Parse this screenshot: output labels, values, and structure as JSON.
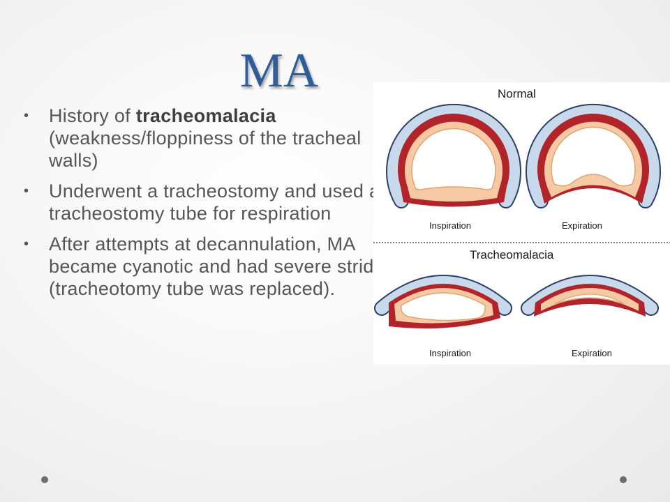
{
  "slide": {
    "title": "MA",
    "bullets": [
      {
        "text_before": "History of ",
        "bold": "tracheomalacia",
        "text_after": " (weakness/floppiness of the tracheal walls)"
      },
      {
        "text_before": "Underwent a tracheostomy and used a tracheostomy tube for respiration",
        "bold": "",
        "text_after": ""
      },
      {
        "text_before": "After attempts at decannulation, MA became cyanotic and had severe stridor (tracheotomy tube was replaced).",
        "bold": "",
        "text_after": ""
      }
    ],
    "bullet_symbol": "•"
  },
  "figure": {
    "normal_heading": "Normal",
    "tracheomalacia_heading": "Tracheomalacia",
    "labels": {
      "normal_inspiration": "Inspiration",
      "normal_expiration": "Expiration",
      "tm_inspiration": "Inspiration",
      "tm_expiration": "Expiration"
    },
    "colors": {
      "cartilage": "#c8d9ec",
      "cartilage_edge": "#2b3f66",
      "wall": "#b3242a",
      "mucosa": "#f5c9a4",
      "lumen": "#ffffff"
    }
  }
}
